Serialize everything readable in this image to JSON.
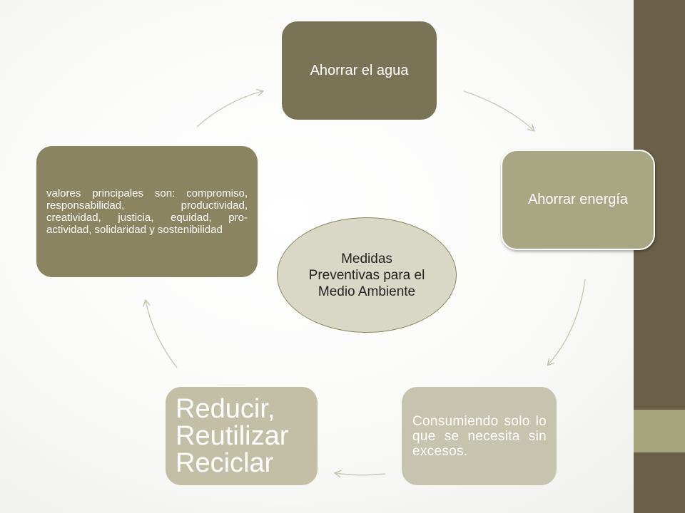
{
  "center": {
    "label": "Medidas Preventivas para el Medio Ambiente"
  },
  "cycle": [
    {
      "label": "Ahorrar el agua"
    },
    {
      "label": "Ahorrar energía"
    },
    {
      "label": "Consumiendo solo lo que se necesita sin excesos."
    },
    {
      "label": "Reducir, Reutilizar Reciclar"
    },
    {
      "label": "valores principales son: compromiso, responsabilidad, productividad, creatividad, justicia, equidad, pro-actividad, solidaridad y sostenibilidad"
    }
  ],
  "colors": {
    "node_dark": "#787455",
    "node_light": "#a9a783",
    "node_pale": "#c6c3ae",
    "sidebar": "#6b5f48",
    "sidebar_accent": "#a7a57e",
    "arrow": "#c9c8b7"
  }
}
